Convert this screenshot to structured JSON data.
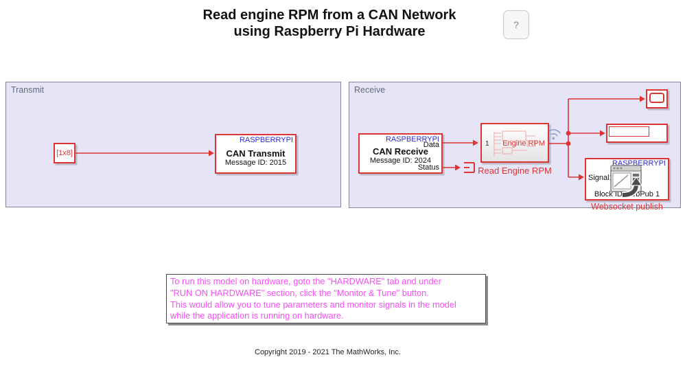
{
  "title": {
    "line1": "Read engine RPM from a CAN Network",
    "line2": "using Raspberry Pi Hardware"
  },
  "help_button": {
    "label": "?"
  },
  "areas": {
    "transmit": {
      "label": "Transmit"
    },
    "receive": {
      "label": "Receive"
    }
  },
  "blocks": {
    "constant": {
      "value": "[1x8]"
    },
    "can_transmit": {
      "board": "RASPBERRYPI",
      "name": "CAN Transmit",
      "detail": "Message ID: 2015"
    },
    "can_receive": {
      "board": "RASPBERRYPI",
      "name": "CAN Receive",
      "detail": "Message ID: 2024",
      "port_data": "Data",
      "port_status": "Status"
    },
    "read_engine_rpm": {
      "input_port": "1",
      "output_port": "Engine RPM",
      "label": "Read Engine RPM"
    },
    "websocket_publish": {
      "board": "RASPBERRYPI",
      "input_port": "Signal1",
      "block_id": "Block ID:WebPub 1",
      "label": "Websocket publish"
    }
  },
  "annotation": {
    "lines": [
      "To run this model on hardware, goto the \"HARDWARE\" tab and under",
      "\"RUN ON HARDWARE\" section, click the \"Monitor & Tune\" button.",
      "This would allow you to tune parameters and monitor signals in the model",
      "while the application is running on hardware."
    ]
  },
  "copyright": "Copyright 2019 - 2021 The MathWorks, Inc.",
  "icons": {
    "help": "question-mark-icon",
    "logged_signal": "wifi-icon",
    "status_sink": "terminator-icon",
    "websocket": "browser-upload-icon"
  },
  "colors": {
    "accent_red": "#dd3434",
    "board_blue": "#2b2bd2",
    "annotation_magenta": "#f94df9",
    "area_fill": "#e5e5f7"
  }
}
